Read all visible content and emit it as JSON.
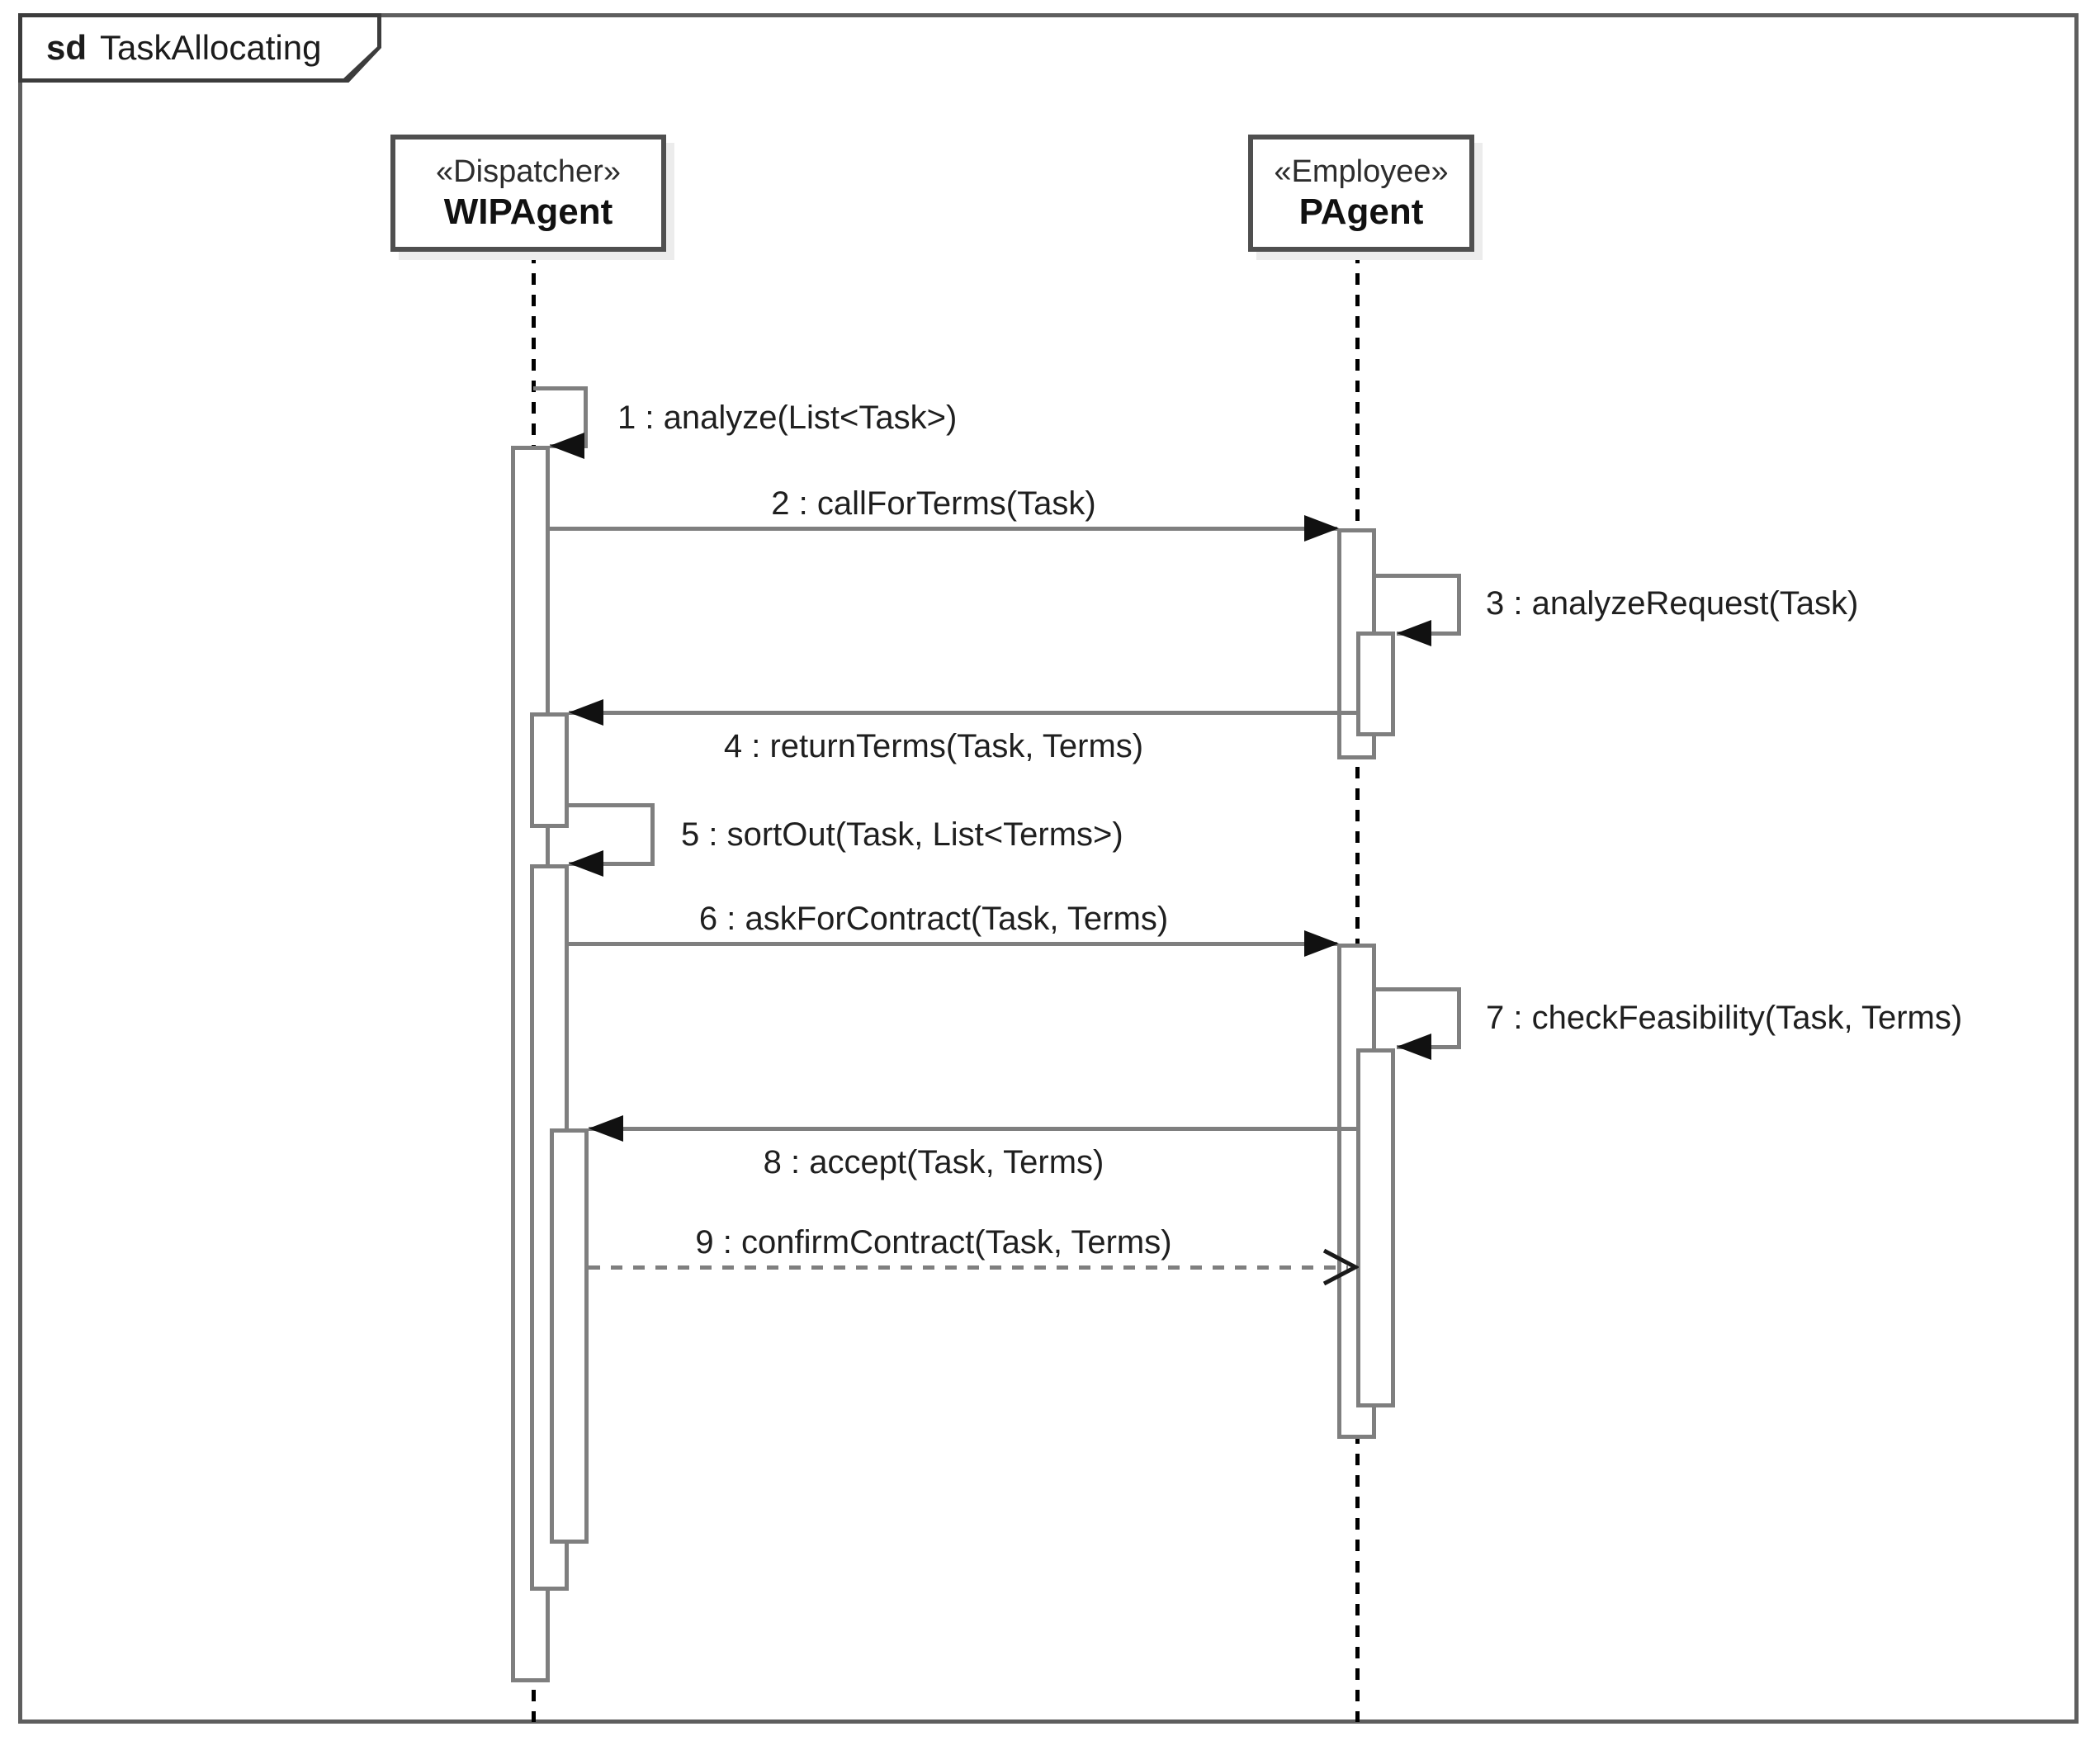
{
  "diagram": {
    "frame_kind": "sd",
    "title": "TaskAllocating"
  },
  "lifelines": [
    {
      "stereotype": "«Dispatcher»",
      "name": "WIPAgent"
    },
    {
      "stereotype": "«Employee»",
      "name": "PAgent"
    }
  ],
  "messages": [
    {
      "label": "1 : analyze(List<Task>)",
      "from": "WIPAgent",
      "to": "WIPAgent",
      "type": "self"
    },
    {
      "label": "2 : callForTerms(Task)",
      "from": "WIPAgent",
      "to": "PAgent",
      "type": "sync"
    },
    {
      "label": "3 : analyzeRequest(Task)",
      "from": "PAgent",
      "to": "PAgent",
      "type": "self"
    },
    {
      "label": "4 : returnTerms(Task, Terms)",
      "from": "PAgent",
      "to": "WIPAgent",
      "type": "sync"
    },
    {
      "label": "5 : sortOut(Task, List<Terms>)",
      "from": "WIPAgent",
      "to": "WIPAgent",
      "type": "self"
    },
    {
      "label": "6 : askForContract(Task, Terms)",
      "from": "WIPAgent",
      "to": "PAgent",
      "type": "sync"
    },
    {
      "label": "7 : checkFeasibility(Task, Terms)",
      "from": "PAgent",
      "to": "PAgent",
      "type": "self"
    },
    {
      "label": "8 : accept(Task, Terms)",
      "from": "PAgent",
      "to": "WIPAgent",
      "type": "sync"
    },
    {
      "label": "9 : confirmContract(Task, Terms)",
      "from": "WIPAgent",
      "to": "PAgent",
      "type": "dashed-open"
    }
  ],
  "colors": {
    "message_line": "#7f7f7f",
    "activation_border": "#7f7f7f",
    "lifeline": "#000000",
    "frame_border": "#5e5e5e",
    "arrowhead": "#111111",
    "text": "#1f1f1f",
    "header_shadow": "#ececec"
  }
}
